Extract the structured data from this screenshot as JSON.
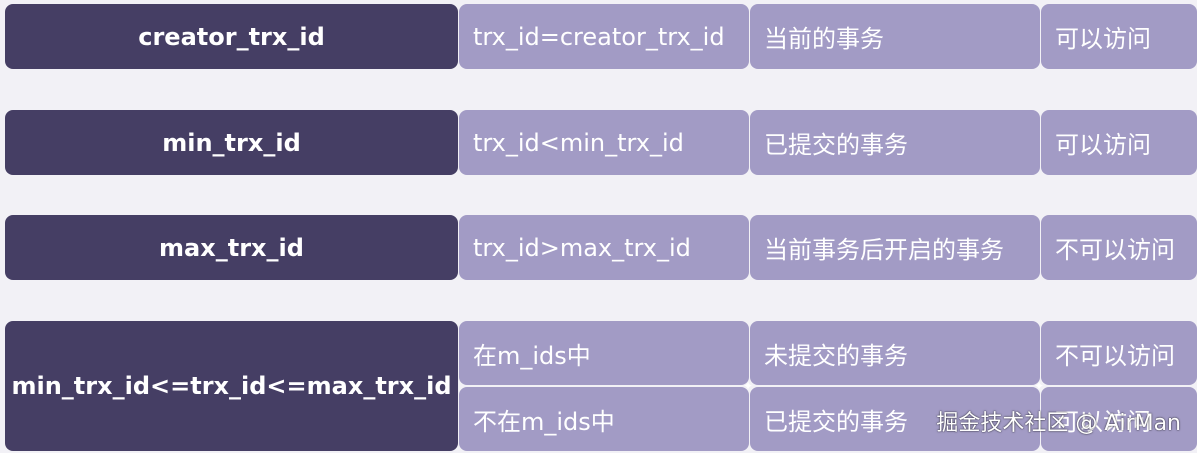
{
  "rows": [
    {
      "condition": "creator_trx_id",
      "cells": [
        {
          "expression": "trx_id=creator_trx_id",
          "transaction": "当前的事务",
          "access": "可以访问"
        }
      ]
    },
    {
      "condition": "min_trx_id",
      "cells": [
        {
          "expression": "trx_id<min_trx_id",
          "transaction": "已提交的事务",
          "access": "可以访问"
        }
      ]
    },
    {
      "condition": "max_trx_id",
      "cells": [
        {
          "expression": "trx_id>max_trx_id",
          "transaction": "当前事务后开启的事务",
          "access": "不可以访问"
        }
      ]
    },
    {
      "condition": "min_trx_id<=trx_id<=max_trx_id",
      "cells": [
        {
          "expression": "在m_ids中",
          "transaction": "未提交的事务",
          "access": "不可以访问"
        },
        {
          "expression": "不在m_ids中",
          "transaction": "已提交的事务",
          "access": "可以访问"
        }
      ]
    }
  ],
  "watermark": "掘金技术社区 @ AirMan",
  "colors": {
    "header_bg": "#453e64",
    "cell_bg": "#a29bc5",
    "page_bg": "#f2f1f6",
    "text": "#ffffff"
  }
}
